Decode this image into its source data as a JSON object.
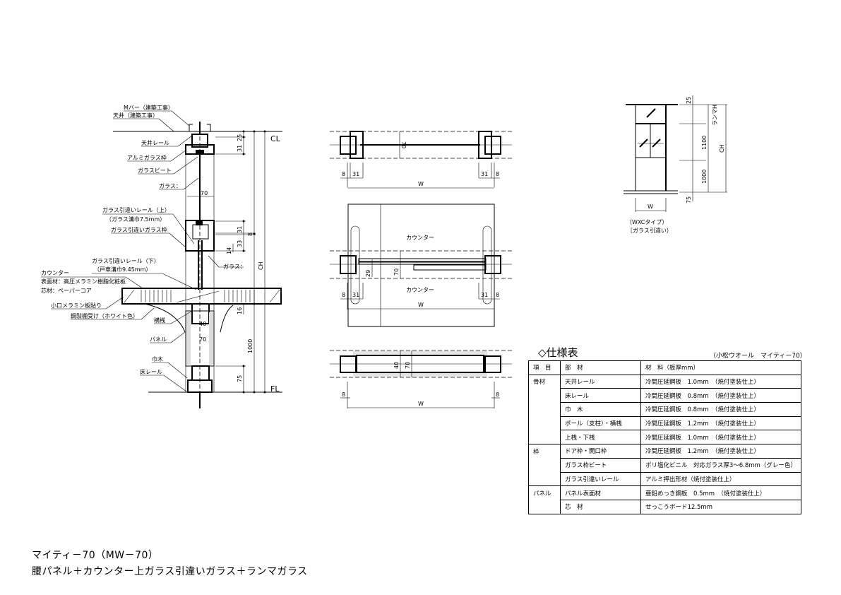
{
  "section": {
    "labels": {
      "m_bar": "Mバー（建築工事）",
      "ceiling": "天井（建築工事）",
      "ceiling_rail": "天井レール",
      "alum_glass_frame": "アルミガラス枠",
      "glass_bead": "ガラスビート",
      "glass_upper": "ガラス：",
      "sliding_rail_upper": "ガラス引違いレール（上）",
      "sliding_rail_upper_note": "（ガラス溝巾7.5mm）",
      "sliding_glass_frame": "ガラス引違いガラス枠",
      "sliding_rail_lower": "ガラス引違いレール（下）",
      "sliding_rail_lower_note": "（戸車溝巾9.45mm）",
      "glass_lower": "ガラス：",
      "counter": "カウンター",
      "counter_surface": "表面材：高圧メラミン樹脂化粧板",
      "counter_core": "芯材：ペーパーコア",
      "edge": "小口メラミン板貼り",
      "bracket": "鋼製棚受け（ホワイト色）",
      "rail_bar": "横桟",
      "panel": "パネル",
      "baseboard": "巾木",
      "floor_rail": "床レール",
      "cl": "CL",
      "fl": "FL"
    },
    "dims": {
      "d25": "25",
      "d31a": "31",
      "d70": "70",
      "d31b": "31",
      "d8": "8",
      "d33": "33",
      "d14": "14",
      "ch": "CH",
      "d40": "40",
      "d70b": "70",
      "d16": "16",
      "d1000": "1000",
      "d75": "75"
    }
  },
  "plans": {
    "plan1": {
      "d8l": "8",
      "d31l": "31",
      "d70": "70",
      "d31r": "31",
      "d8r": "8",
      "w": "W"
    },
    "plan2": {
      "counter_top": "カウンター",
      "counter_bottom": "カウンター",
      "d29": "29",
      "d70": "70",
      "d8l": "8",
      "d31l": "31",
      "d31r": "31",
      "d8r": "8",
      "w": "W"
    },
    "plan3": {
      "d40": "40",
      "d70": "70",
      "d8l": "8",
      "d8r": "8",
      "w": "W"
    }
  },
  "elevation": {
    "d25": "25",
    "transom": "ランマH",
    "d1100": "1100",
    "d1000": "1000",
    "ch": "CH",
    "d75": "75",
    "w": "W",
    "type": "（WXCタイプ）",
    "type_note": "［ガラス引違い）"
  },
  "spec": {
    "title": "◇仕様表",
    "maker": "（小松ウオール　マイティー70）",
    "headers": [
      "項　目",
      "部　材",
      "材　料（板厚mm）"
    ],
    "rows": [
      {
        "category": "骨材",
        "part": "天井レール",
        "material": "冷間圧延鋼板　1.0mm　（焼付塗装仕上）"
      },
      {
        "category": "",
        "part": "床レール",
        "material": "冷間圧延鋼板　0.8mm　（焼付塗装仕上）"
      },
      {
        "category": "",
        "part": "巾　木",
        "material": "冷間圧延鋼板　0.8mm　（焼付塗装仕上）"
      },
      {
        "category": "",
        "part": "ポール（支柱）・横桟",
        "material": "冷間圧延鋼板　1.2mm　（焼付塗装仕上）"
      },
      {
        "category": "",
        "part": "上桟・下桟",
        "material": "冷間圧延鋼板　1.0mm　（焼付塗装仕上）"
      },
      {
        "category": "枠",
        "part": "ドア枠・開口枠",
        "material": "冷間圧延鋼板　1.2mm　（焼付塗装仕上）"
      },
      {
        "category": "",
        "part": "ガラス枠ビート",
        "material": "ポリ塩化ビニル　対応ガラス厚3～6.8mm（グレー色）"
      },
      {
        "category": "",
        "part": "ガラス引違いレール",
        "material": "アルミ押出形材（焼付塗装仕上）"
      },
      {
        "category": "パネル",
        "part": "パネル表面材",
        "material": "亜鉛めっき鋼板　0.5mm　（焼付塗装仕上）"
      },
      {
        "category": "",
        "part": "芯　材",
        "material": "せっこうボード12.5mm"
      }
    ]
  },
  "footer": {
    "line1": "マイティ－70（MW－70）",
    "line2": "腰パネル＋カウンター上ガラス引違いガラス＋ランマガラス"
  }
}
